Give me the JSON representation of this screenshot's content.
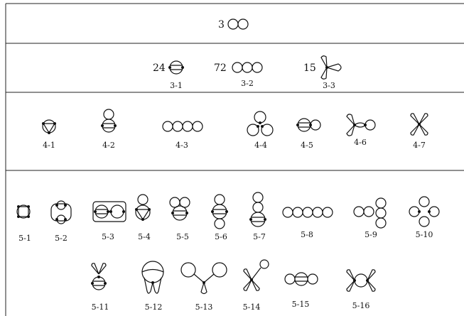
{
  "order3": {
    "prefactor": "3",
    "diagrams": []
  },
  "order4": {
    "diagrams": [
      {
        "label": "3-1",
        "prefactor": "24"
      },
      {
        "label": "3-2",
        "prefactor": "72"
      },
      {
        "label": "3-3",
        "prefactor": "15"
      }
    ]
  },
  "order5": {
    "diagrams": [
      {
        "label": "4-1"
      },
      {
        "label": "4-2"
      },
      {
        "label": "4-3"
      },
      {
        "label": "4-4"
      },
      {
        "label": "4-5"
      },
      {
        "label": "4-6"
      },
      {
        "label": "4-7"
      }
    ]
  },
  "order6": {
    "diagrams": [
      {
        "label": "5-1"
      },
      {
        "label": "5-2"
      },
      {
        "label": "5-3"
      },
      {
        "label": "5-4"
      },
      {
        "label": "5-5"
      },
      {
        "label": "5-6"
      },
      {
        "label": "5-7"
      },
      {
        "label": "5-8"
      },
      {
        "label": "5-9"
      },
      {
        "label": "5-10"
      },
      {
        "label": "5-11"
      },
      {
        "label": "5-12"
      },
      {
        "label": "5-13"
      },
      {
        "label": "5-14"
      },
      {
        "label": "5-15"
      },
      {
        "label": "5-16"
      }
    ]
  }
}
